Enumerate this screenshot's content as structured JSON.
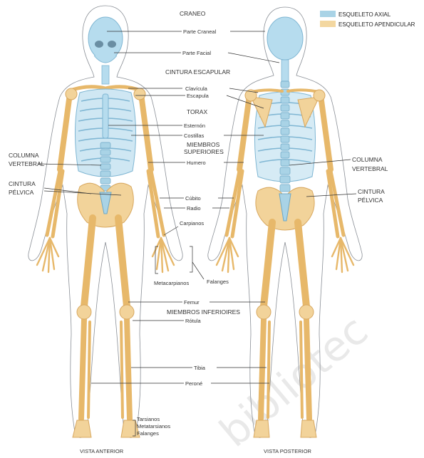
{
  "legend": {
    "items": [
      {
        "label": "ESQUELETO AXIAL",
        "color": "#a9d3e6"
      },
      {
        "label": "ESQUELETO APENDICULAR",
        "color": "#f3d7a0"
      }
    ]
  },
  "colors": {
    "axial": "#b6dcee",
    "axial_edge": "#7fb6d3",
    "appendicular": "#f2d39a",
    "appendicular_edge": "#d8a860",
    "body_outline": "#8a8f96"
  },
  "sections": {
    "craneo": "CRANEO",
    "cintura_escapular": "CINTURA ESCAPULAR",
    "torax": "TORAX",
    "miembros_superiores_1": "MIEMBROS",
    "miembros_superiores_2": "SUPERIORES",
    "miembros_inferiores": "MIEMBROS INFERIOIRES",
    "columna_left_1": "COLUMNA",
    "columna_left_2": "VERTEBRAL",
    "cintura_pelvica_left_1": "CINTURA",
    "cintura_pelvica_left_2": "PÉLVICA",
    "columna_right_1": "COLUMNA",
    "columna_right_2": "VERTEBRAL",
    "cintura_pelvica_right_1": "CINTURA",
    "cintura_pelvica_right_2": "PÉLVICA"
  },
  "parts": {
    "parte_craneal": "Parte Craneal",
    "parte_facial": "Parte Facial",
    "clavicula": "Clavícula",
    "escapula": "Escapula",
    "esternon": "Esternón",
    "costillas": "Costillas",
    "humero": "Humero",
    "cubito": "Cúbito",
    "radio": "Radio",
    "carpianos": "Carpianos",
    "metacarpianos": "Metacarpianos",
    "falanges_hand": "Falanges",
    "femur": "Femur",
    "rotula": "Rótula",
    "tibia": "Tibia",
    "perone": "Peroné",
    "tarsianos": "Tarsianos",
    "metatarsianos": "Metatarsianos",
    "falanges_foot": "Falanges"
  },
  "views": {
    "anterior": "VISTA ANTERIOR",
    "posterior": "VISTA POSTERIOR"
  },
  "watermark": "bibliotec"
}
